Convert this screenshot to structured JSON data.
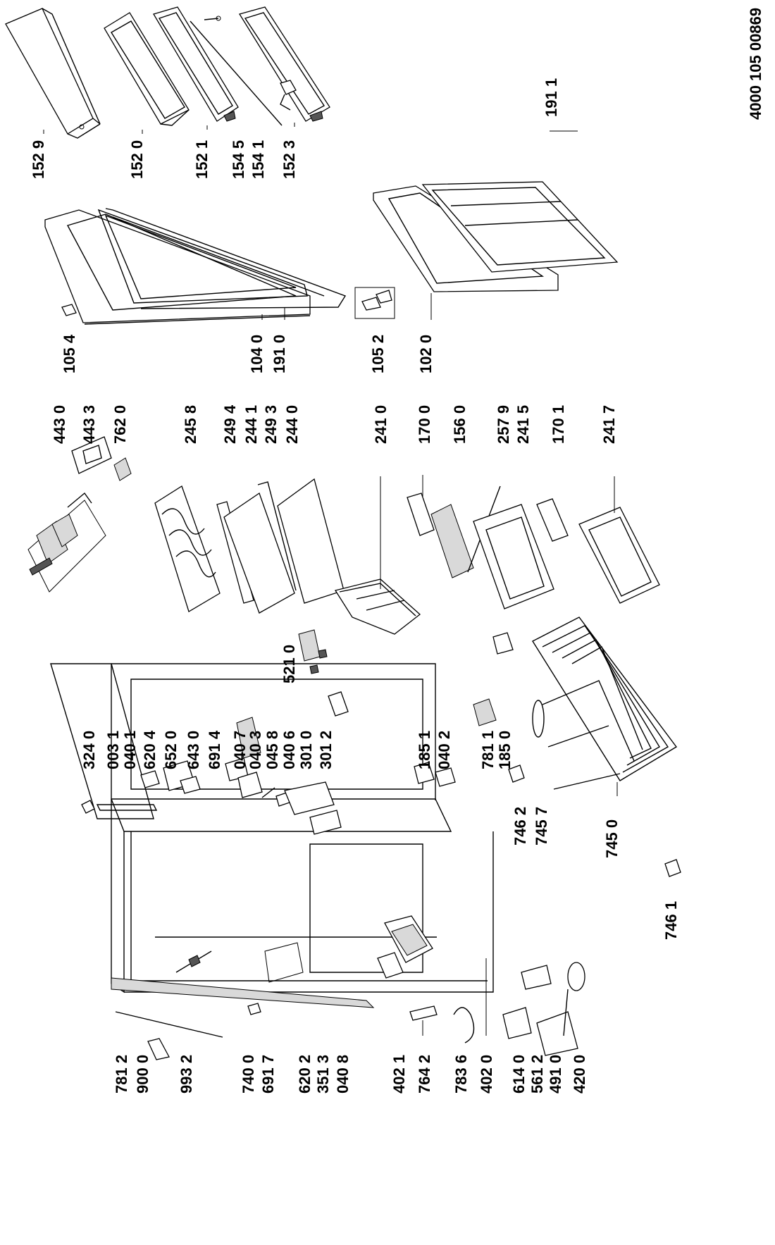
{
  "document_number": "4000 105 00869",
  "labels": {
    "l1529": "152 9",
    "l1520": "152 0",
    "l1521": "152 1",
    "l1545": "154 5",
    "l1541": "154 1",
    "l1523": "152 3",
    "l1911": "191 1",
    "l1054": "105 4",
    "l1040": "104 0",
    "l1910": "191 0",
    "l1052": "105 2",
    "l1020": "102 0",
    "l4430": "443 0",
    "l4433": "443 3",
    "l7620": "762 0",
    "l2458": "245 8",
    "l2494": "249 4",
    "l2441": "244 1",
    "l2493": "249 3",
    "l2440": "244 0",
    "l2410": "241 0",
    "l1700": "170 0",
    "l1560": "156 0",
    "l2579": "257 9",
    "l2415": "241 5",
    "l1701": "170 1",
    "l2417": "241 7",
    "l3240": "324 0",
    "l0031": "003 1",
    "l0401": "040 1",
    "l6204": "620 4",
    "l6520": "652 0",
    "l6430": "643 0",
    "l6914": "691 4",
    "l0407": "040 7",
    "l0403": "040 3",
    "l0458": "045 8",
    "l0406": "040 6",
    "l3010": "301 0",
    "l3012": "301 2",
    "l1851": "185 1",
    "l0402": "040 2",
    "l7811": "781 1",
    "l1850": "185 0",
    "l5210": "521 0",
    "l7462": "746 2",
    "l7457": "745 7",
    "l7450": "745 0",
    "l7461": "746 1",
    "l7812": "781 2",
    "l9000": "900 0",
    "l9932": "993 2",
    "l7400": "740 0",
    "l6917": "691 7",
    "l6202": "620 2",
    "l3513": "351 3",
    "l0408": "040 8",
    "l4021": "402 1",
    "l7642": "764 2",
    "l7836": "783 6",
    "l4020": "402 0",
    "l6140": "614 0",
    "l5612": "561 2",
    "l4910": "491 0",
    "l4200": "420 0"
  }
}
